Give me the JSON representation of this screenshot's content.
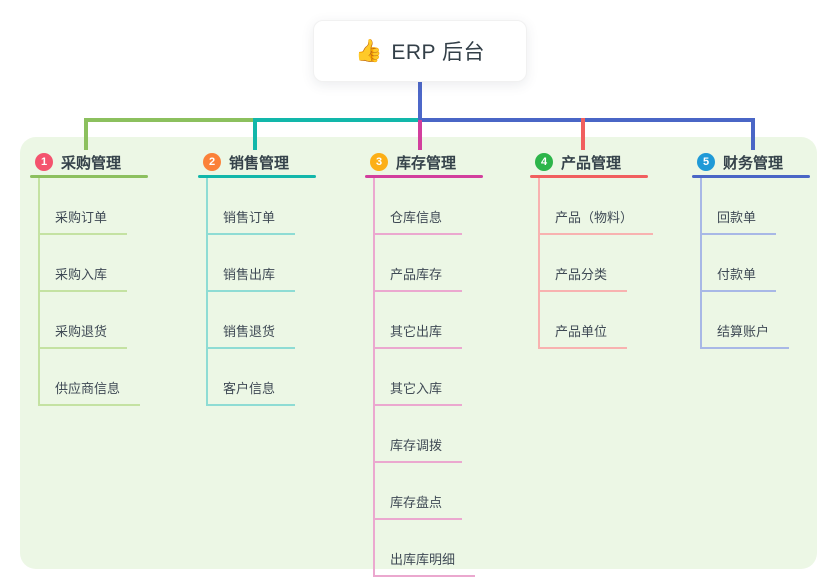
{
  "root": {
    "title": "ERP 后台",
    "icon": "thumbs-up",
    "icon_glyph": "👍",
    "connector_color": "#4d68c9"
  },
  "panel": {
    "background": "#ecf7e5"
  },
  "branches": [
    {
      "num": "1",
      "label": "采购管理",
      "badge_color": "#f4536e",
      "color": "#8cc05e",
      "light_color": "#c4e2a2",
      "items": [
        "采购订单",
        "采购入库",
        "采购退货",
        "供应商信息"
      ]
    },
    {
      "num": "2",
      "label": "销售管理",
      "badge_color": "#fb8139",
      "color": "#12b7aa",
      "light_color": "#8edcd4",
      "items": [
        "销售订单",
        "销售出库",
        "销售退货",
        "客户信息"
      ]
    },
    {
      "num": "3",
      "label": "库存管理",
      "badge_color": "#fcaf17",
      "color": "#d23f9d",
      "light_color": "#eba8cf",
      "items": [
        "仓库信息",
        "产品库存",
        "其它出库",
        "其它入库",
        "库存调拨",
        "库存盘点",
        "出库库明细"
      ]
    },
    {
      "num": "4",
      "label": "产品管理",
      "badge_color": "#2db54a",
      "color": "#f15f5f",
      "light_color": "#f8b2b0",
      "items": [
        "产品（物料）",
        "产品分类",
        "产品单位"
      ]
    },
    {
      "num": "5",
      "label": "财务管理",
      "badge_color": "#1f9ad7",
      "color": "#4a66c6",
      "light_color": "#a8b8e6",
      "items": [
        "回款单",
        "付款单",
        "结算账户"
      ]
    }
  ]
}
